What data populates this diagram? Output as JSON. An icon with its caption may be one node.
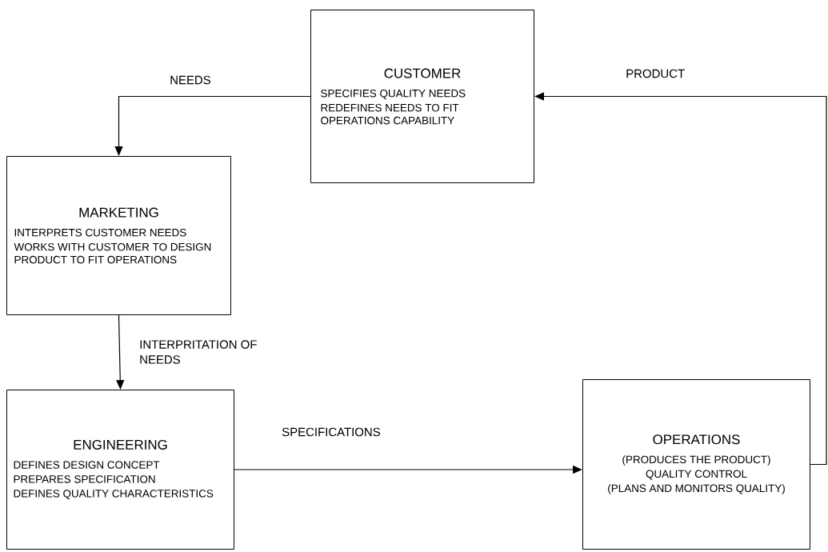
{
  "diagram": {
    "nodes": [
      {
        "text": [
          "CUSTOMER",
          "SPECIFIES QUALITY NEEDS",
          "REDEFINES NEEDS TO FIT OPERATIONS CAPABILITY"
        ]
      },
      {
        "text": [
          "MARKETING",
          "INTERPRETS CUSTOMER NEEDS",
          "WORKS WITH CUSTOMER TO DESIGN PRODUCT TO FIT OPERATIONS"
        ]
      },
      {
        "text": [
          "ENGINEERING",
          "DEFINES DESIGN CONCEPT",
          "PREPARES SPECIFICATION",
          "DEFINES QUALITY CHARACTERISTICS"
        ]
      },
      {
        "text": [
          "OPERATIONS",
          "(PRODUCES THE PRODUCT)",
          "QUALITY CONTROL",
          "(PLANS AND MONITORS QUALITY)"
        ]
      }
    ],
    "edges": [
      {
        "from": 0,
        "to": 1,
        "arrow": "to",
        "label": "NEEDS"
      },
      {
        "from": 1,
        "to": 2,
        "arrow": "to",
        "label": "INTERPRITATION OF NEEDS"
      },
      {
        "from": 2,
        "to": 3,
        "arrow": "to",
        "label": "SPECIFICATIONS"
      },
      {
        "from": 3,
        "to": 0,
        "arrow": "to",
        "label": "PRODUCT"
      }
    ]
  }
}
